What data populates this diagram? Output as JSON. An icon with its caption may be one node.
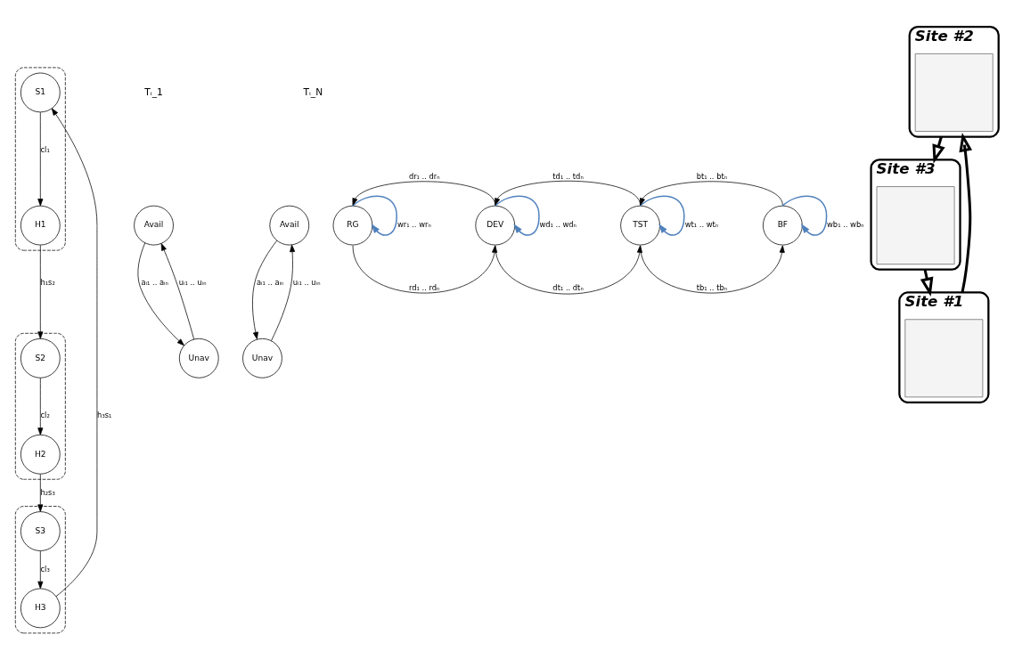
{
  "diagram": {
    "nodes": [
      {
        "text": [],
        "shape": "ellipse"
      },
      {
        "text": [
          "S1"
        ],
        "in": 0
      },
      {
        "text": [
          "H1"
        ],
        "in": 0
      },
      {
        "text": [],
        "shape": "ellipse"
      },
      {
        "text": [
          "H3"
        ],
        "in": 3
      },
      {
        "text": [
          "S3"
        ],
        "in": 3
      },
      {
        "text": [],
        "shape": "ellipse"
      },
      {
        "text": [
          "S2"
        ],
        "in": 6
      },
      {
        "text": [
          "H2"
        ],
        "in": 6
      },
      {
        "text": [
          "Avail"
        ]
      },
      {
        "text": [
          "Unav"
        ]
      },
      {
        "text": [
          "Avail"
        ]
      },
      {
        "text": [
          "Unav"
        ]
      },
      {
        "text": [
          "RG"
        ]
      },
      {
        "text": [
          "DEV"
        ]
      },
      {
        "text": [
          "TST"
        ]
      },
      {
        "text": [
          "BF"
        ]
      },
      {
        "text": [
          "Site #2"
        ]
      },
      {
        "text": [],
        "shape": "box",
        "in": 17
      },
      {
        "text": [
          "Site #1"
        ]
      },
      {
        "text": [],
        "shape": "box",
        "in": 19
      },
      {
        "text": [
          "Site #3"
        ]
      },
      {
        "text": [],
        "shape": "box",
        "in": 21
      }
    ],
    "edges": [
      {
        "from": 1,
        "to": 2,
        "arrow": "to",
        "label": "cl₁"
      },
      {
        "from": 2,
        "to": 7,
        "arrow": "to",
        "label": "h₁s₂"
      },
      {
        "from": 7,
        "to": 8,
        "arrow": "to",
        "label": "cl₂"
      },
      {
        "from": 8,
        "to": 5,
        "arrow": "to",
        "label": "h₂s₃"
      },
      {
        "from": 5,
        "to": 4,
        "arrow": "to",
        "label": "cl₃"
      },
      {
        "from": 4,
        "to": 1,
        "arrow": "to",
        "label": "h₃s₁"
      },
      {
        "from": 10,
        "to": 9,
        "arrow": "to",
        "label": "uᵢ₁ .. uᵢₙ"
      },
      {
        "from": 9,
        "to": 10,
        "arrow": "to",
        "label": "aᵢ₁ .. aᵢₙ"
      },
      {
        "from": 12,
        "to": 11,
        "arrow": "to",
        "label": "uᵢ₁ .. uᵢₙ"
      },
      {
        "from": 11,
        "to": 12,
        "arrow": "to",
        "label": "aᵢ₁ .. aᵢₙ"
      },
      {
        "from": 13,
        "to": 13,
        "arrow": "to",
        "label": "wr₁ .. wrₙ",
        "color": "#4f81bd"
      },
      {
        "from": 14,
        "to": 13,
        "arrow": "to",
        "label": "dr₁ .. drₙ"
      },
      {
        "from": 14,
        "to": 14,
        "arrow": "to",
        "label": "wd₁ .. wdₙ",
        "color": "#4f81bd"
      },
      {
        "from": 15,
        "to": 14,
        "arrow": "to",
        "label": "td₁ .. tdₙ"
      },
      {
        "from": 15,
        "to": 15,
        "arrow": "to",
        "label": "wt₁ .. wtₙ",
        "color": "#4f81bd"
      },
      {
        "from": 16,
        "to": 15,
        "arrow": "to",
        "label": "bt₁ .. btₙ"
      },
      {
        "from": 16,
        "to": 16,
        "arrow": "to",
        "label": "wb₁ .. wbₙ",
        "color": "#4f81bd"
      },
      {
        "from": 13,
        "to": 14,
        "arrow": "to",
        "label": "rd₁ .. rdₙ"
      },
      {
        "from": 14,
        "to": 15,
        "arrow": "to",
        "label": "dt₁ .. dtₙ"
      },
      {
        "from": 15,
        "to": 16,
        "arrow": "to",
        "label": "tb₁ .. tbₙ"
      },
      {
        "from": 19,
        "to": 17,
        "arrow": "to",
        "style": "thick"
      },
      {
        "from": 17,
        "to": 21,
        "arrow": "to",
        "style": "thick"
      },
      {
        "from": 21,
        "to": 19,
        "arrow": "to",
        "style": "thick"
      }
    ],
    "labels": [
      "Tᵢ_1",
      "Tᵢ_N"
    ]
  }
}
